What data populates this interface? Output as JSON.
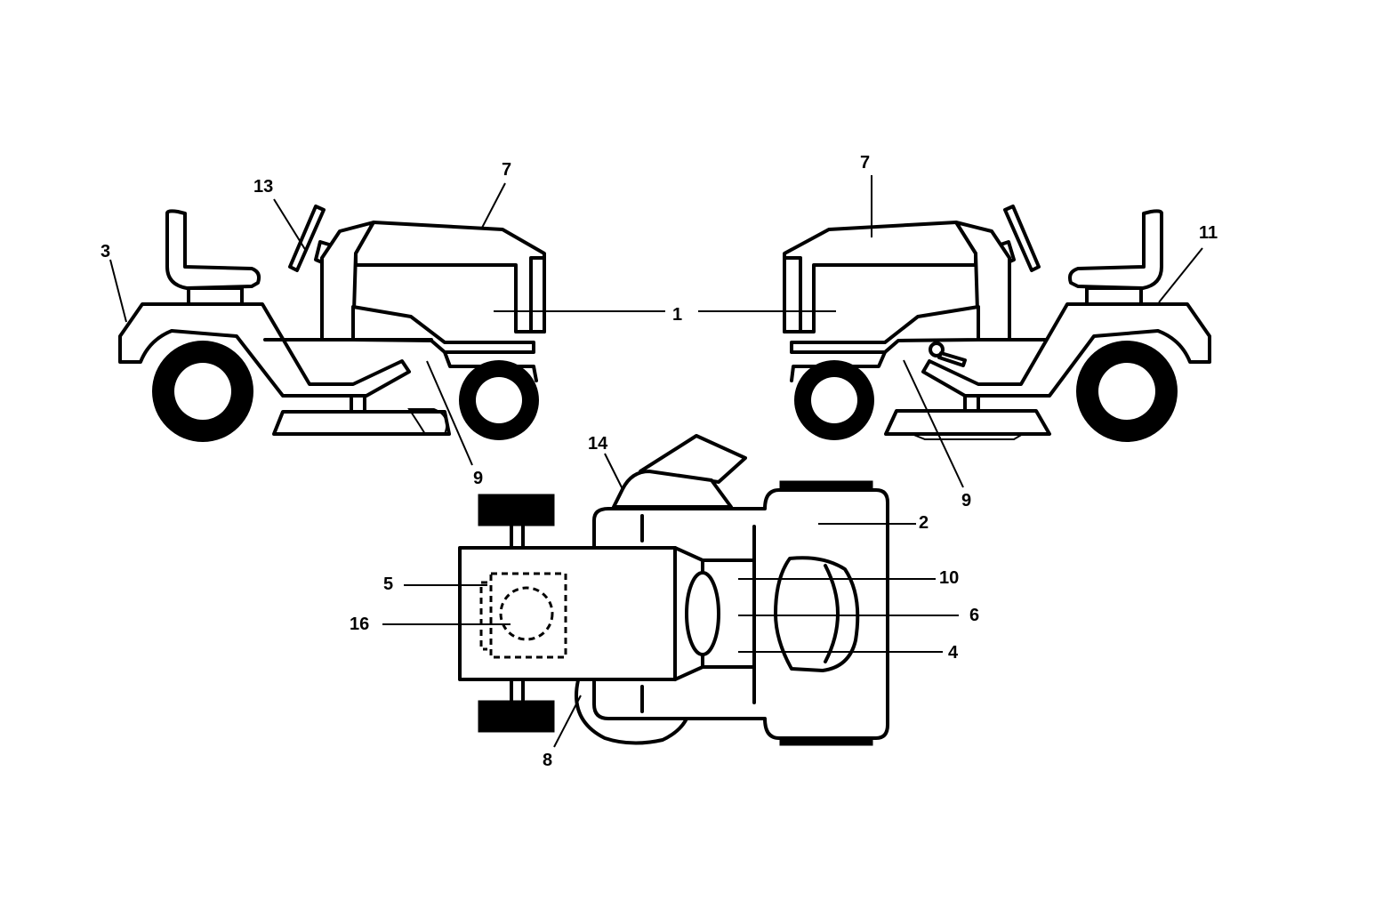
{
  "colors": {
    "line": "#000000",
    "background": "#ffffff"
  },
  "callouts": {
    "left_view": {
      "n1": "1",
      "n3": "3",
      "n7": "7",
      "n9": "9",
      "n13": "13"
    },
    "right_view": {
      "n7": "7",
      "n9": "9",
      "n11": "11"
    },
    "top_view": {
      "n2": "2",
      "n4": "4",
      "n5": "5",
      "n6": "6",
      "n8": "8",
      "n10": "10",
      "n14": "14",
      "n16": "16"
    }
  }
}
